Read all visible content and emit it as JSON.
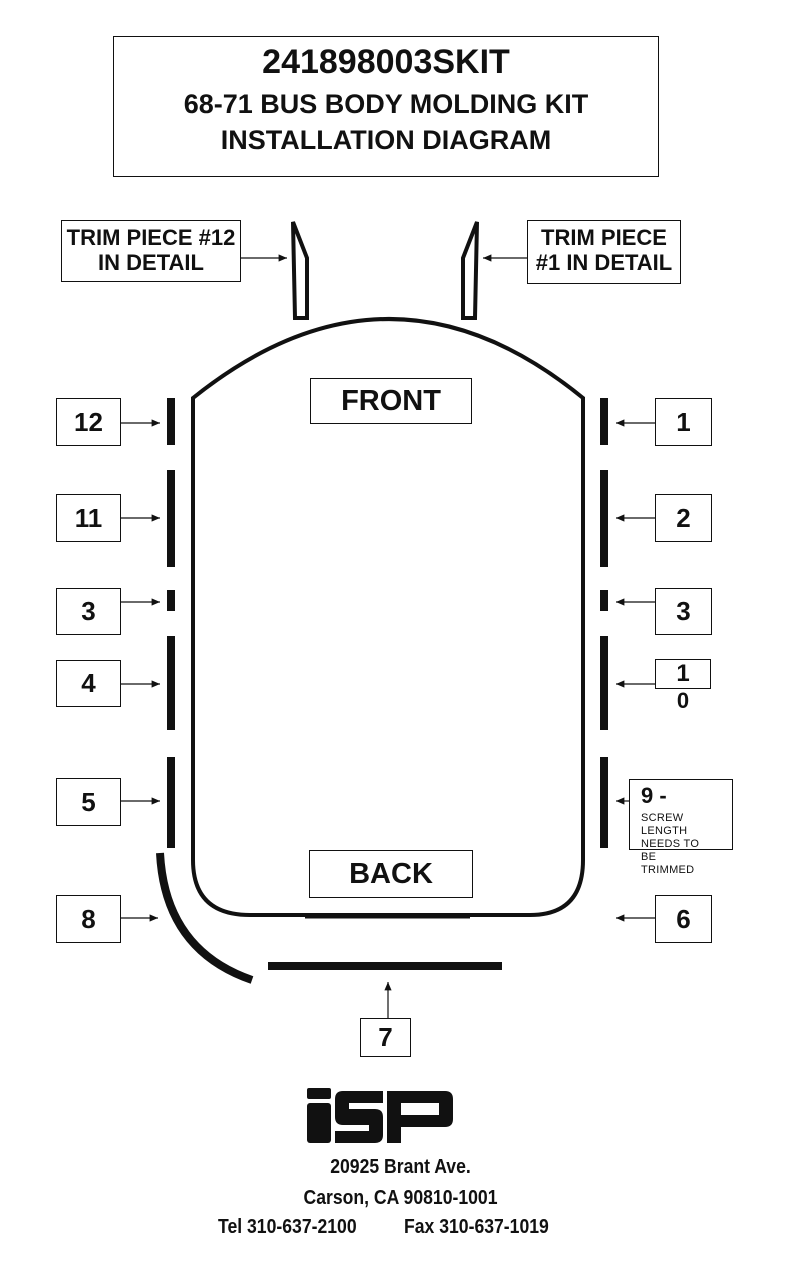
{
  "title": {
    "part_number": "241898003SKIT",
    "kit_name": "68-71 BUS BODY MOLDING KIT",
    "diagram_name": "INSTALLATION DIAGRAM"
  },
  "callouts": {
    "trim12_detail": "TRIM PIECE #12 IN DETAIL",
    "trim1_detail": "TRIM PIECE #1 IN DETAIL"
  },
  "body_labels": {
    "front": "FRONT",
    "back": "BACK"
  },
  "left_numbers": {
    "n12": "12",
    "n11": "11",
    "n3": "3",
    "n4": "4",
    "n5": "5",
    "n8": "8"
  },
  "right_numbers": {
    "n1": "1",
    "n2": "2",
    "n3": "3",
    "n10_top": "1",
    "n10_bottom": "0",
    "n9": "9 -",
    "n6": "6"
  },
  "bottom_number": "7",
  "note_9": {
    "line1": "SCREW",
    "line2": "LENGTH",
    "line3": "NEEDS TO",
    "line4": "BE",
    "line5": "TRIMMED"
  },
  "footer": {
    "logo_text": "iSP",
    "address": "20925 Brant Ave.",
    "city": "Carson, CA 90810-1001",
    "tel": "Tel 310-637-2100",
    "fax": "Fax 310-637-1019"
  }
}
